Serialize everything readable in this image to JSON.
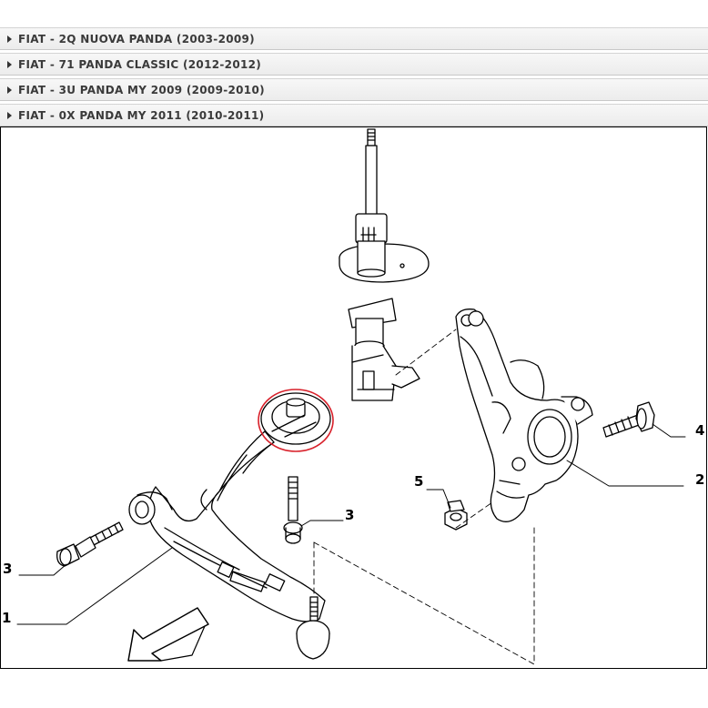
{
  "model_list": [
    {
      "label": "FIAT - 2Q NUOVA PANDA (2003-2009)"
    },
    {
      "label": "FIAT - 71 PANDA CLASSIC (2012-2012)"
    },
    {
      "label": "FIAT - 3U PANDA MY 2009 (2009-2010)"
    },
    {
      "label": "FIAT - 0X PANDA MY 2011 (2010-2011)"
    }
  ],
  "diagram": {
    "callouts": {
      "c1": "1",
      "c2": "2",
      "c3_left": "3",
      "c3_mid": "3",
      "c4": "4",
      "c5": "5"
    },
    "highlight_color": "#d8202a",
    "line_color": "#000000"
  }
}
